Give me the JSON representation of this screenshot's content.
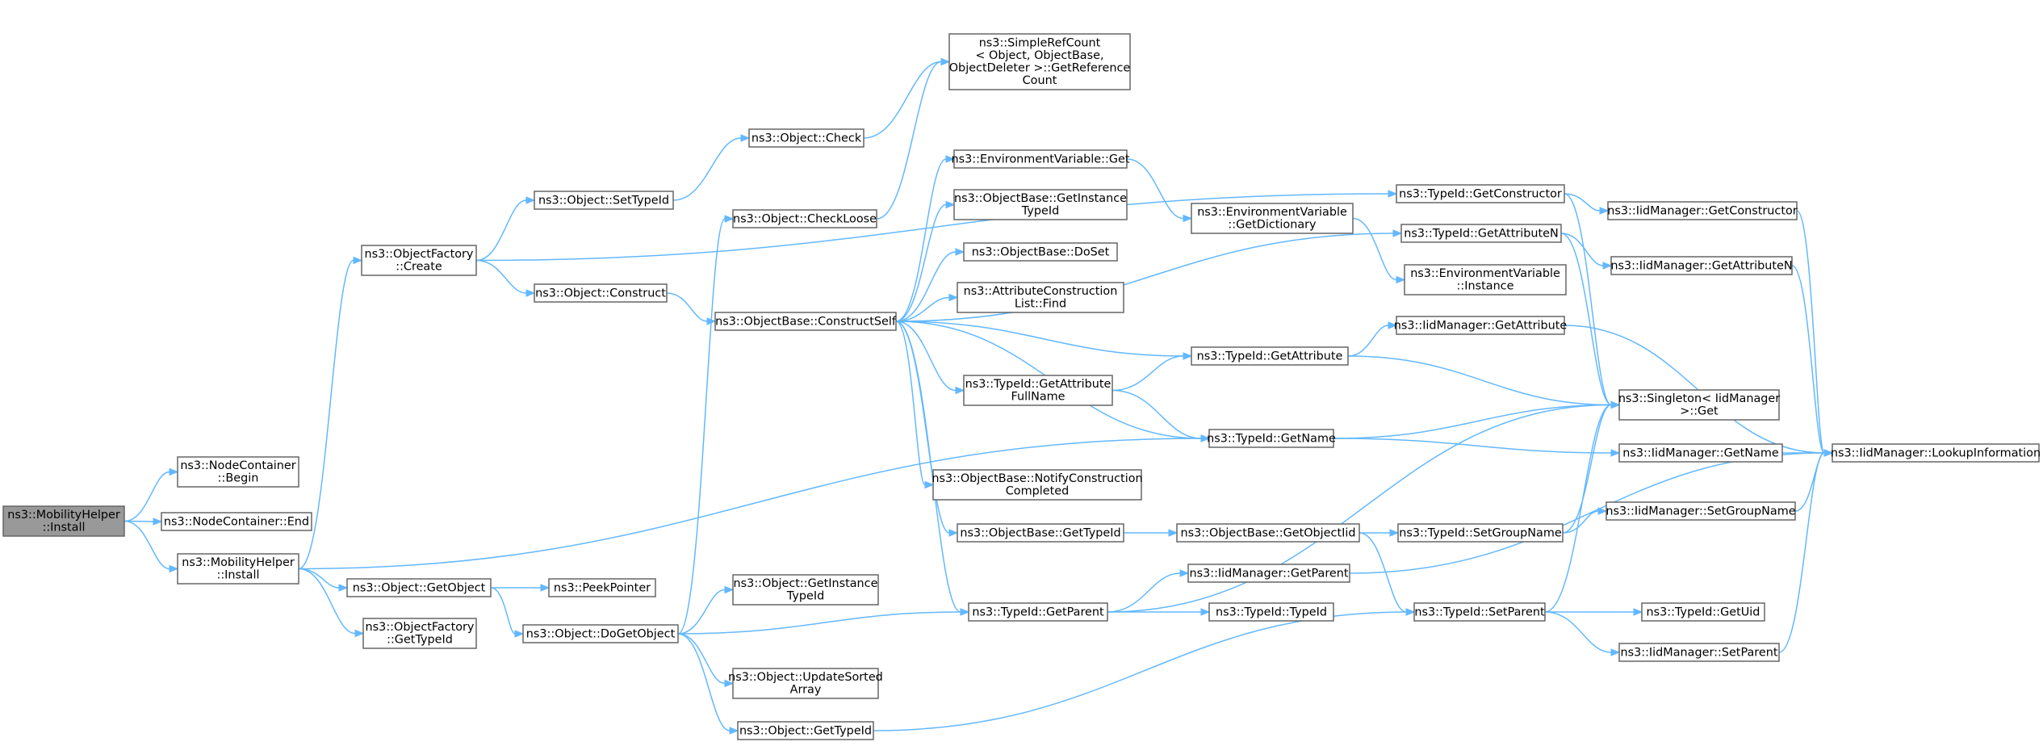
{
  "nodes": [
    {
      "id": "root",
      "lines": [
        "ns3::MobilityHelper",
        "::Install"
      ]
    },
    {
      "id": "nc_begin",
      "lines": [
        "ns3::NodeContainer",
        "::Begin"
      ]
    },
    {
      "id": "nc_end",
      "lines": [
        "ns3::NodeContainer::End"
      ]
    },
    {
      "id": "mh_install",
      "lines": [
        "ns3::MobilityHelper",
        "::Install"
      ]
    },
    {
      "id": "of_create",
      "lines": [
        "ns3::ObjectFactory",
        "::Create"
      ]
    },
    {
      "id": "obj_getobject",
      "lines": [
        "ns3::Object::GetObject"
      ]
    },
    {
      "id": "of_gettypeid",
      "lines": [
        "ns3::ObjectFactory",
        "::GetTypeId"
      ]
    },
    {
      "id": "obj_settypeid",
      "lines": [
        "ns3::Object::SetTypeId"
      ]
    },
    {
      "id": "obj_construct",
      "lines": [
        "ns3::Object::Construct"
      ]
    },
    {
      "id": "peekpointer",
      "lines": [
        "ns3::PeekPointer"
      ]
    },
    {
      "id": "obj_dogetobject",
      "lines": [
        "ns3::Object::DoGetObject"
      ]
    },
    {
      "id": "obj_check",
      "lines": [
        "ns3::Object::Check"
      ]
    },
    {
      "id": "obj_checkloose",
      "lines": [
        "ns3::Object::CheckLoose"
      ]
    },
    {
      "id": "ob_constructself",
      "lines": [
        "ns3::ObjectBase::ConstructSelf"
      ]
    },
    {
      "id": "obj_getinstancetypeid",
      "lines": [
        "ns3::Object::GetInstance",
        "TypeId"
      ]
    },
    {
      "id": "obj_updatesorted",
      "lines": [
        "ns3::Object::UpdateSorted",
        "Array"
      ]
    },
    {
      "id": "obj_gettypeid",
      "lines": [
        "ns3::Object::GetTypeId"
      ]
    },
    {
      "id": "srefcount",
      "lines": [
        "ns3::SimpleRefCount",
        "< Object, ObjectBase,",
        " ObjectDeleter >::GetReference",
        "Count"
      ]
    },
    {
      "id": "env_get",
      "lines": [
        "ns3::EnvironmentVariable::Get"
      ]
    },
    {
      "id": "ob_getinstancetypeid",
      "lines": [
        "ns3::ObjectBase::GetInstance",
        "TypeId"
      ]
    },
    {
      "id": "ob_doset",
      "lines": [
        "ns3::ObjectBase::DoSet"
      ]
    },
    {
      "id": "acl_find",
      "lines": [
        "ns3::AttributeConstruction",
        "List::Find"
      ]
    },
    {
      "id": "tid_getattributefullname",
      "lines": [
        "ns3::TypeId::GetAttribute",
        "FullName"
      ]
    },
    {
      "id": "ob_notify",
      "lines": [
        "ns3::ObjectBase::NotifyConstruction",
        "Completed"
      ]
    },
    {
      "id": "ob_gettypeid",
      "lines": [
        "ns3::ObjectBase::GetTypeId"
      ]
    },
    {
      "id": "tid_getparent",
      "lines": [
        "ns3::TypeId::GetParent"
      ]
    },
    {
      "id": "env_getdict",
      "lines": [
        "ns3::EnvironmentVariable",
        "::GetDictionary"
      ]
    },
    {
      "id": "env_instance",
      "lines": [
        "ns3::EnvironmentVariable",
        "::Instance"
      ]
    },
    {
      "id": "tid_getattribute",
      "lines": [
        "ns3::TypeId::GetAttribute"
      ]
    },
    {
      "id": "tid_getname",
      "lines": [
        "ns3::TypeId::GetName"
      ]
    },
    {
      "id": "ob_getobjectiid",
      "lines": [
        "ns3::ObjectBase::GetObjectIid"
      ]
    },
    {
      "id": "iid_getparent",
      "lines": [
        "ns3::IidManager::GetParent"
      ]
    },
    {
      "id": "tid_typeid",
      "lines": [
        "ns3::TypeId::TypeId"
      ]
    },
    {
      "id": "tid_getconstructor",
      "lines": [
        "ns3::TypeId::GetConstructor"
      ]
    },
    {
      "id": "tid_getattributen",
      "lines": [
        "ns3::TypeId::GetAttributeN"
      ]
    },
    {
      "id": "iid_getattribute",
      "lines": [
        "ns3::IidManager::GetAttribute"
      ]
    },
    {
      "id": "tid_setgroupname",
      "lines": [
        "ns3::TypeId::SetGroupName"
      ]
    },
    {
      "id": "tid_setparent",
      "lines": [
        "ns3::TypeId::SetParent"
      ]
    },
    {
      "id": "iid_getconstructor",
      "lines": [
        "ns3::IidManager::GetConstructor"
      ]
    },
    {
      "id": "iid_getattributen",
      "lines": [
        "ns3::IidManager::GetAttributeN"
      ]
    },
    {
      "id": "singleton_get",
      "lines": [
        "ns3::Singleton< IidManager",
        " >::Get"
      ]
    },
    {
      "id": "iid_getname",
      "lines": [
        "ns3::IidManager::GetName"
      ]
    },
    {
      "id": "iid_setgroupname",
      "lines": [
        "ns3::IidManager::SetGroupName"
      ]
    },
    {
      "id": "tid_getuid",
      "lines": [
        "ns3::TypeId::GetUid"
      ]
    },
    {
      "id": "iid_setparent",
      "lines": [
        "ns3::IidManager::SetParent"
      ]
    },
    {
      "id": "iid_lookup",
      "lines": [
        "ns3::IidManager::LookupInformation"
      ]
    }
  ],
  "edges": [
    [
      "root",
      "nc_begin"
    ],
    [
      "root",
      "nc_end"
    ],
    [
      "root",
      "mh_install"
    ],
    [
      "mh_install",
      "of_create"
    ],
    [
      "mh_install",
      "obj_getobject"
    ],
    [
      "mh_install",
      "of_gettypeid"
    ],
    [
      "mh_install",
      "tid_getname"
    ],
    [
      "of_create",
      "obj_settypeid"
    ],
    [
      "of_create",
      "obj_construct"
    ],
    [
      "of_create",
      "tid_getconstructor"
    ],
    [
      "obj_settypeid",
      "obj_check"
    ],
    [
      "obj_check",
      "srefcount"
    ],
    [
      "obj_checkloose",
      "srefcount"
    ],
    [
      "obj_construct",
      "ob_constructself"
    ],
    [
      "obj_getobject",
      "peekpointer"
    ],
    [
      "obj_getobject",
      "obj_dogetobject"
    ],
    [
      "obj_dogetobject",
      "obj_checkloose"
    ],
    [
      "obj_dogetobject",
      "obj_getinstancetypeid"
    ],
    [
      "obj_dogetobject",
      "obj_updatesorted"
    ],
    [
      "obj_dogetobject",
      "obj_gettypeid"
    ],
    [
      "obj_dogetobject",
      "tid_getparent"
    ],
    [
      "obj_gettypeid",
      "tid_setparent"
    ],
    [
      "ob_constructself",
      "env_get"
    ],
    [
      "ob_constructself",
      "ob_getinstancetypeid"
    ],
    [
      "ob_constructself",
      "ob_doset"
    ],
    [
      "ob_constructself",
      "acl_find"
    ],
    [
      "ob_constructself",
      "tid_getattributefullname"
    ],
    [
      "ob_constructself",
      "ob_notify"
    ],
    [
      "ob_constructself",
      "ob_gettypeid"
    ],
    [
      "ob_constructself",
      "tid_getparent"
    ],
    [
      "ob_constructself",
      "tid_getattribute"
    ],
    [
      "ob_constructself",
      "tid_getname"
    ],
    [
      "ob_constructself",
      "tid_getattributen"
    ],
    [
      "env_get",
      "env_getdict"
    ],
    [
      "env_getdict",
      "env_instance"
    ],
    [
      "tid_getattributefullname",
      "tid_getattribute"
    ],
    [
      "tid_getattributefullname",
      "tid_getname"
    ],
    [
      "ob_gettypeid",
      "ob_getobjectiid"
    ],
    [
      "tid_getparent",
      "iid_getparent"
    ],
    [
      "tid_getparent",
      "tid_typeid"
    ],
    [
      "tid_getparent",
      "singleton_get"
    ],
    [
      "tid_getattribute",
      "iid_getattribute"
    ],
    [
      "tid_getattribute",
      "singleton_get"
    ],
    [
      "tid_getname",
      "singleton_get"
    ],
    [
      "tid_getname",
      "iid_getname"
    ],
    [
      "ob_getobjectiid",
      "tid_setgroupname"
    ],
    [
      "ob_getobjectiid",
      "tid_setparent"
    ],
    [
      "iid_getparent",
      "iid_lookup"
    ],
    [
      "tid_getconstructor",
      "iid_getconstructor"
    ],
    [
      "tid_getconstructor",
      "singleton_get"
    ],
    [
      "tid_getattributen",
      "iid_getattributen"
    ],
    [
      "tid_getattributen",
      "singleton_get"
    ],
    [
      "iid_getattribute",
      "iid_lookup"
    ],
    [
      "tid_setgroupname",
      "singleton_get"
    ],
    [
      "tid_setgroupname",
      "iid_setgroupname"
    ],
    [
      "tid_setparent",
      "singleton_get"
    ],
    [
      "tid_setparent",
      "tid_getuid"
    ],
    [
      "tid_setparent",
      "iid_setparent"
    ],
    [
      "iid_getconstructor",
      "iid_lookup"
    ],
    [
      "iid_getattributen",
      "iid_lookup"
    ],
    [
      "iid_getname",
      "iid_lookup"
    ],
    [
      "iid_setgroupname",
      "iid_lookup"
    ],
    [
      "iid_setparent",
      "iid_lookup"
    ]
  ],
  "colors": {
    "edge": "#63b8ff",
    "node_border": "#666666",
    "root_fill": "#999999"
  }
}
